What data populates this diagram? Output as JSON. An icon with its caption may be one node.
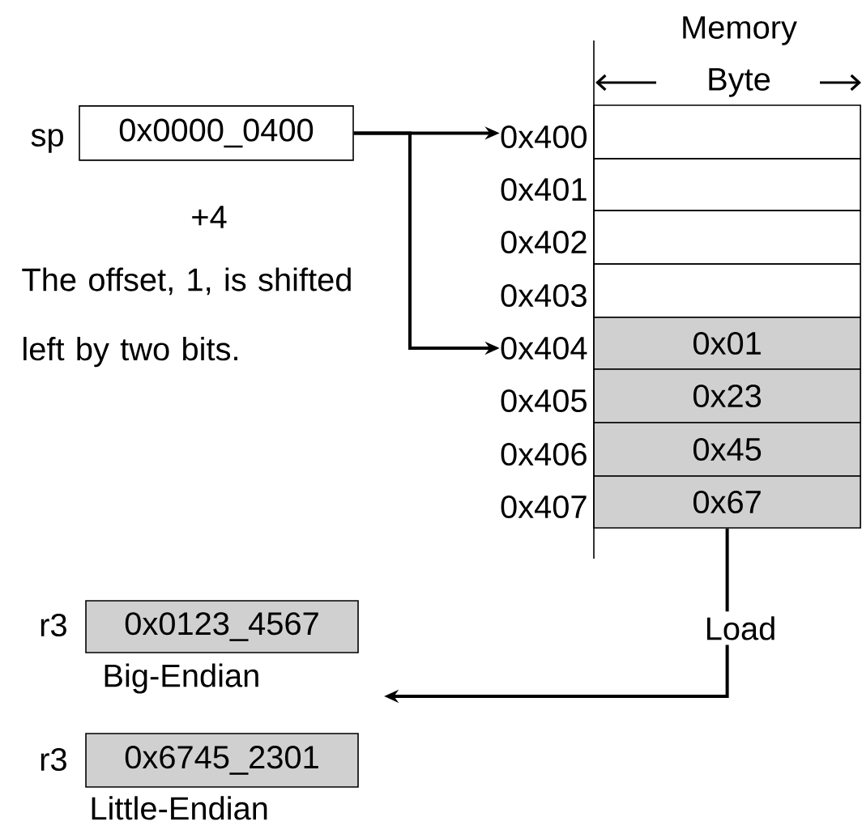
{
  "diagram": {
    "nodes": [
      {
        "text": [
          "0x0000_0400"
        ],
        "beside": [
          "sp"
        ]
      },
      {
        "text": [],
        "shape": "box",
        "beside": [
          "0x400"
        ]
      },
      {
        "text": [],
        "shape": "box",
        "beside": [
          "0x401"
        ]
      },
      {
        "text": [],
        "shape": "box",
        "beside": [
          "0x402"
        ]
      },
      {
        "text": [],
        "shape": "box",
        "beside": [
          "0x403"
        ]
      },
      {
        "text": [
          "0x01"
        ],
        "beside": [
          "0x404"
        ]
      },
      {
        "text": [
          "0x23"
        ],
        "beside": [
          "0x405"
        ]
      },
      {
        "text": [
          "0x45"
        ],
        "beside": [
          "0x406"
        ]
      },
      {
        "text": [
          "0x67"
        ],
        "beside": [
          "0x407"
        ]
      },
      {
        "text": [
          "0x0123_4567"
        ],
        "beside": [
          "r3",
          "Big-Endian"
        ]
      },
      {
        "text": [
          "0x6745_2301"
        ],
        "beside": [
          "r3",
          "Little-Endian"
        ]
      }
    ],
    "edges": [
      {
        "from": 0,
        "to": 1,
        "arrow": "to"
      },
      {
        "from": 0,
        "to": 5,
        "arrow": "to"
      },
      {
        "from": 8,
        "to": null,
        "arrow": "to",
        "label": "Load"
      }
    ],
    "labels": [
      "Memory",
      "Byte",
      "+4",
      "The offset, 1, is shifted left by two bits."
    ]
  }
}
